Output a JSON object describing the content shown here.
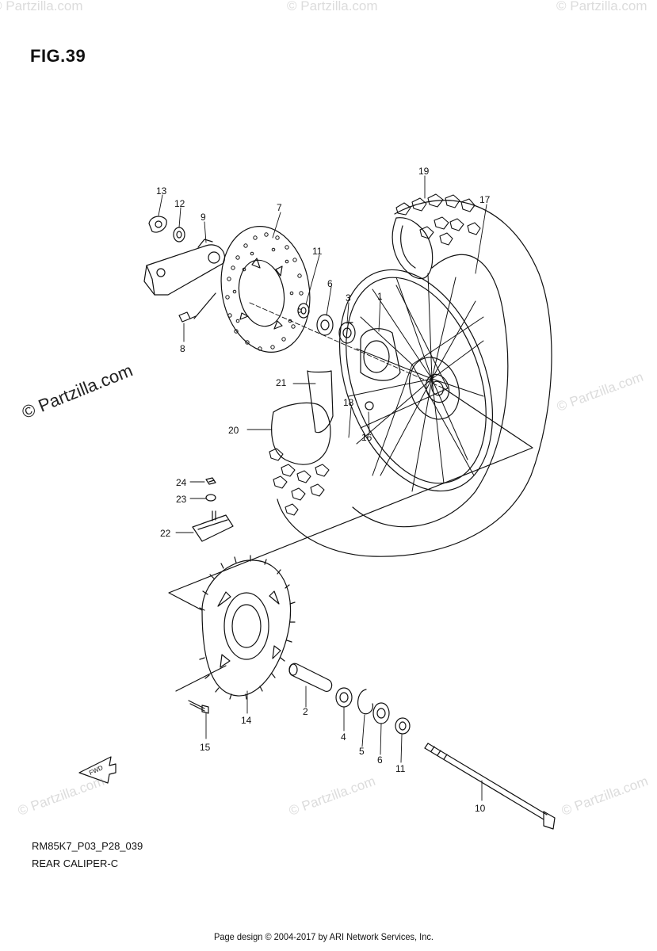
{
  "figure": {
    "title": "FIG.39"
  },
  "parts": [
    {
      "callout": "1"
    },
    {
      "callout": "2"
    },
    {
      "callout": "3"
    },
    {
      "callout": "4"
    },
    {
      "callout": "5"
    },
    {
      "callout": "6"
    },
    {
      "callout": "6"
    },
    {
      "callout": "7"
    },
    {
      "callout": "8"
    },
    {
      "callout": "9"
    },
    {
      "callout": "10"
    },
    {
      "callout": "11"
    },
    {
      "callout": "11"
    },
    {
      "callout": "12"
    },
    {
      "callout": "13"
    },
    {
      "callout": "14"
    },
    {
      "callout": "15"
    },
    {
      "callout": "16"
    },
    {
      "callout": "17"
    },
    {
      "callout": "18"
    },
    {
      "callout": "19"
    },
    {
      "callout": "20"
    },
    {
      "callout": "21"
    },
    {
      "callout": "22"
    },
    {
      "callout": "23"
    },
    {
      "callout": "24"
    }
  ],
  "fwd_label": "FWD",
  "footer": {
    "model_code": "RM85K7_P03_P28_039",
    "section_name": "REAR CALIPER-C",
    "copyright": "Page design © 2004-2017 by ARI Network Services, Inc."
  },
  "watermark": {
    "text": "© Partzilla.com"
  },
  "colors": {
    "line": "#111111",
    "watermark": "#dcdcdc",
    "background": "#ffffff"
  }
}
